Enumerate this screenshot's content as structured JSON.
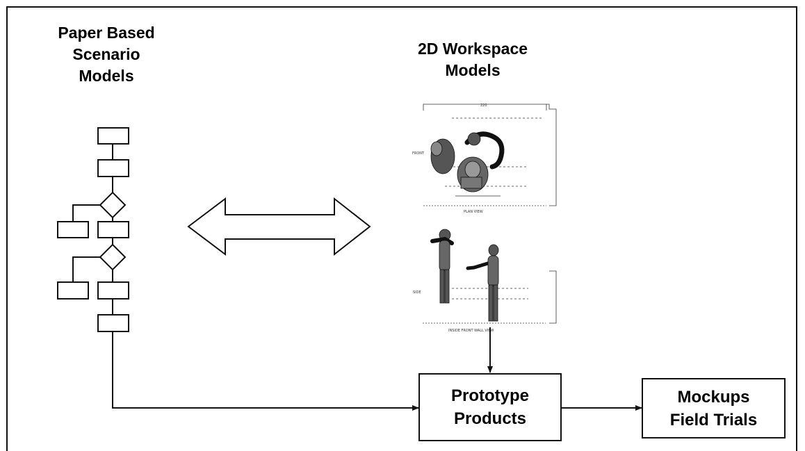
{
  "titles": {
    "paper_models": "Paper Based\nScenario\nModels",
    "workspace_models": "2D Workspace\nModels"
  },
  "boxes": {
    "prototype": "Prototype\nProducts",
    "mockups": "Mockups\nField Trials"
  },
  "sketch_labels": {
    "top_dim": "220",
    "front": "FRONT",
    "plan_view": "PLAN VIEW",
    "side": "SIDE",
    "inside_view": "INSIDE FRONT WALL VIEW"
  },
  "colors": {
    "ink": "#111111",
    "background": "#ffffff"
  }
}
